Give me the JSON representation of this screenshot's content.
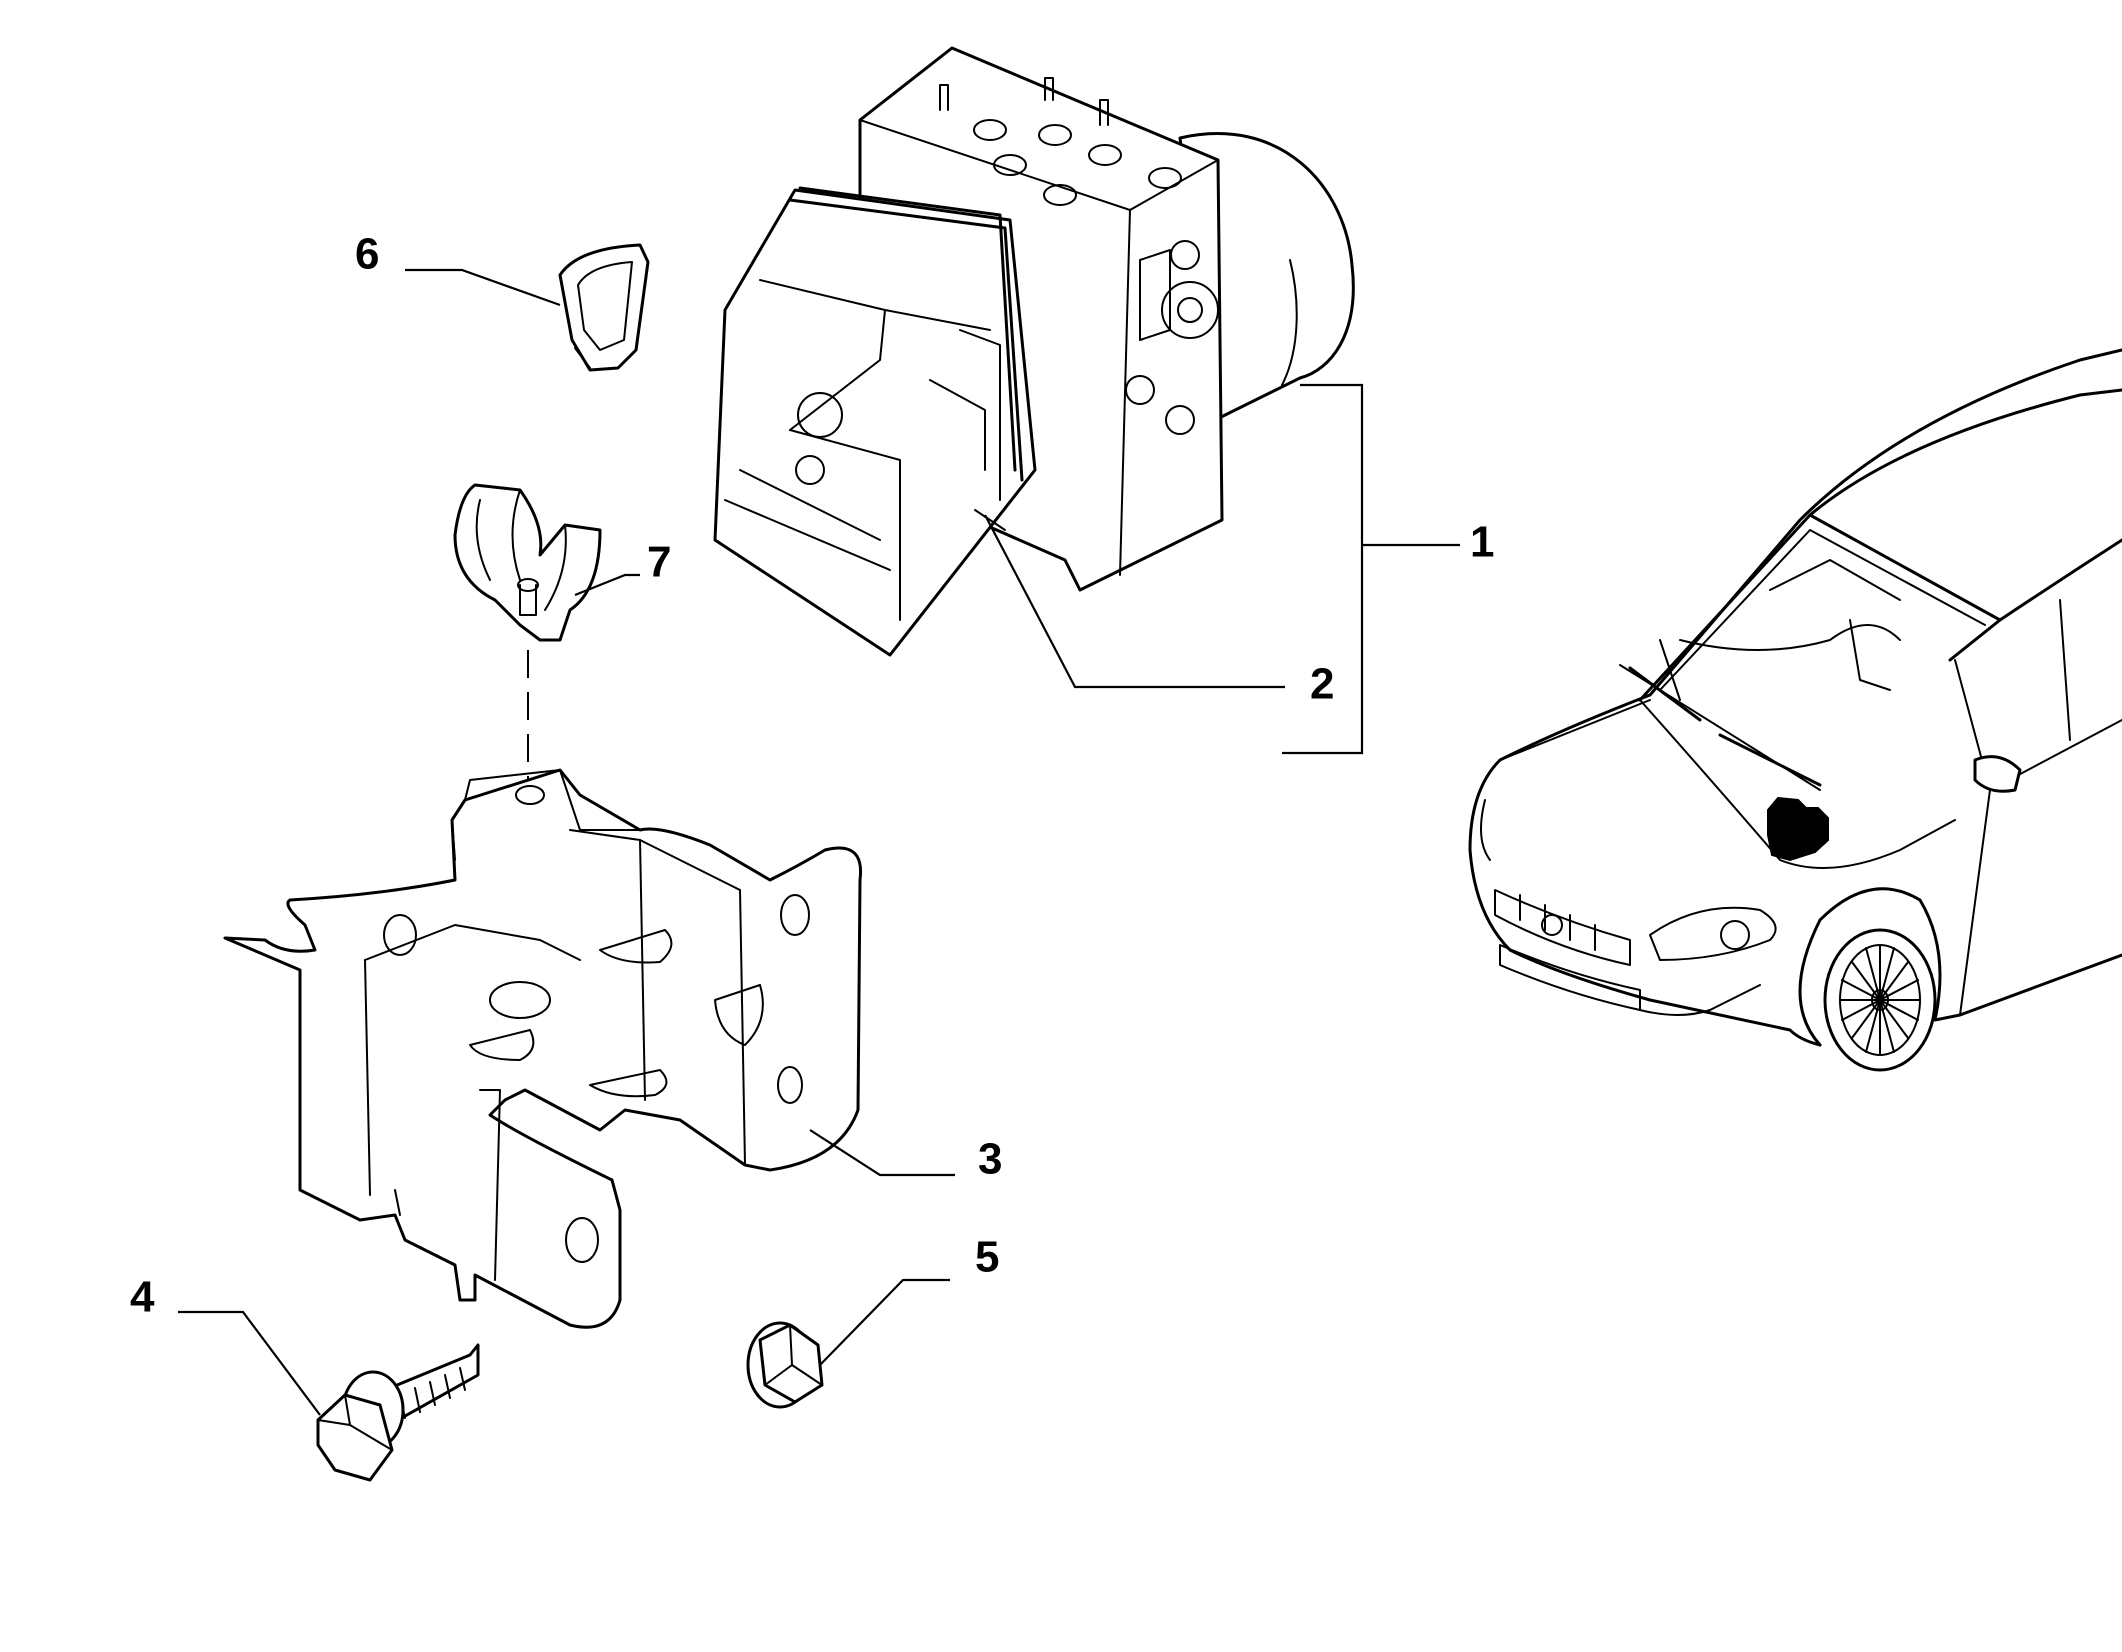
{
  "callouts": {
    "c1": "1",
    "c2": "2",
    "c3": "3",
    "c4": "4",
    "c5": "5",
    "c6": "6",
    "c7": "7"
  },
  "colors": {
    "ink": "#000000",
    "background": "#ffffff",
    "highlight": "#000000"
  }
}
